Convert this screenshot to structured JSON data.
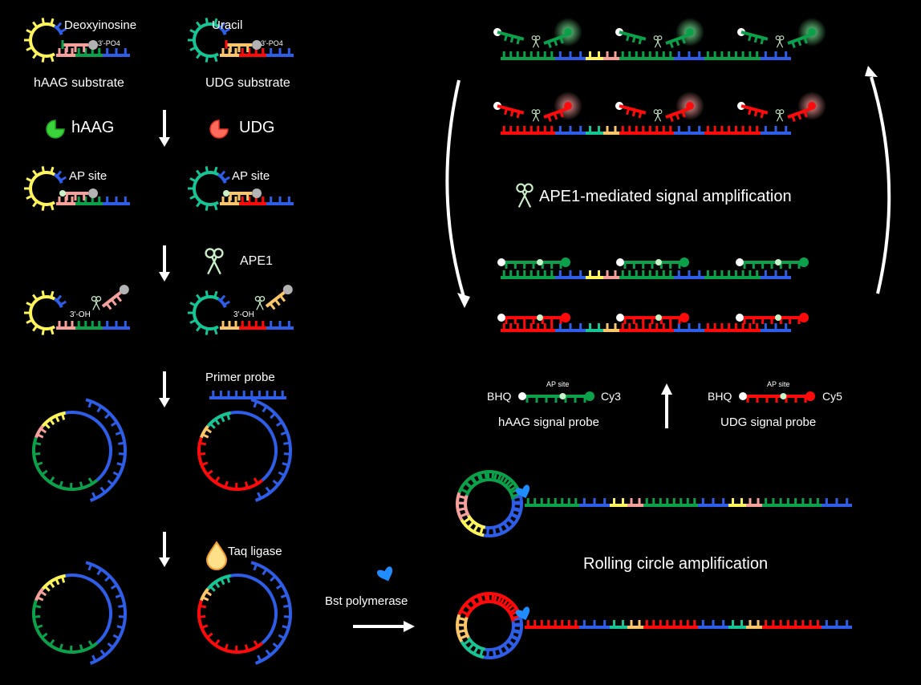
{
  "colors": {
    "background": "#000000",
    "green": "#0ba14b",
    "blue": "#2e5ee8",
    "yellow": "#fff45c",
    "pink": "#f5a09a",
    "teal": "#16c495",
    "orange": "#fbc669",
    "red": "#ff0a0a",
    "grey": "#b3b3b3",
    "light_green": "#c8f2c8",
    "scissors": "#c9f0c9",
    "white": "#ffffff",
    "haag_enzyme": "#3bd33b",
    "udg_enzyme": "#ff6a5a",
    "ligase": "#ffe08a",
    "ligase_outline": "#f29a2a",
    "polymerase": "#1f8cff",
    "cy3_glow": "#7df29a",
    "cy5_glow": "#ffa0a0"
  },
  "left_panel": {
    "haag_substrate": {
      "label": "hAAG substrate",
      "modification": "Deoxyinosine",
      "end_label": "3'-PO4"
    },
    "udg_substrate": {
      "label": "UDG substrate",
      "modification": "Uracil",
      "end_label": "3'-PO4"
    },
    "step1": {
      "enzyme_a": "hAAG",
      "enzyme_b": "UDG"
    },
    "step2": {
      "site_label_a": "AP site",
      "site_label_b": "AP site"
    },
    "step3": {
      "enzyme": "APE1",
      "end_label_a": "3'-OH",
      "end_label_b": "3'-OH"
    },
    "step4": {
      "reagent": "Primer probe"
    },
    "step5": {
      "reagent": "Taq ligase"
    }
  },
  "middle": {
    "polymerase_label": "Bst polymerase"
  },
  "right_panel": {
    "amplification_title": "APE1-mediated signal amplification",
    "rca_title": "Rolling circle amplification",
    "haag_probe": {
      "label": "hAAG signal probe",
      "quencher": "BHQ",
      "fluorophore": "Cy3",
      "site": "AP site"
    },
    "udg_probe": {
      "label": "UDG signal probe",
      "quencher": "BHQ",
      "fluorophore": "Cy5",
      "site": "AP site"
    }
  }
}
